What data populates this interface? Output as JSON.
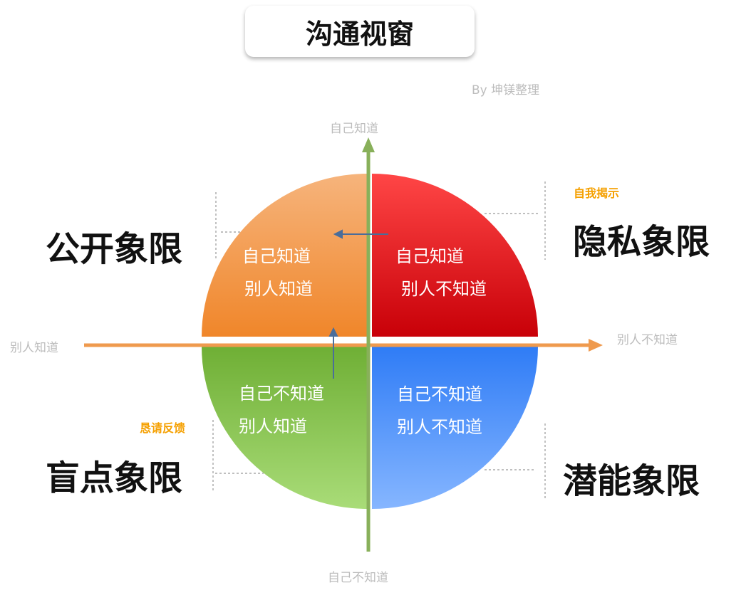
{
  "title": "沟通视窗",
  "credit": "By 坤镁整理",
  "axes": {
    "top": "自己知道",
    "bottom": "自己不知道",
    "left": "别人知道",
    "right": "别人不知道"
  },
  "quadrants": {
    "open": {
      "name": "公开象限",
      "line1": "自己知道",
      "line2": "别人知道",
      "color": "#f28a30"
    },
    "hidden": {
      "name": "隐私象限",
      "line1": "自己知道",
      "line2": "别人不知道",
      "note": "自我揭示",
      "color": "#e0161c"
    },
    "blind": {
      "name": "盲点象限",
      "line1": "自己不知道",
      "line2": "别人知道",
      "note": "恳请反馈",
      "color": "#7cbf45"
    },
    "unknown": {
      "name": "潜能象限",
      "line1": "自己不知道",
      "line2": "别人不知道",
      "color": "#3f86f5"
    }
  }
}
